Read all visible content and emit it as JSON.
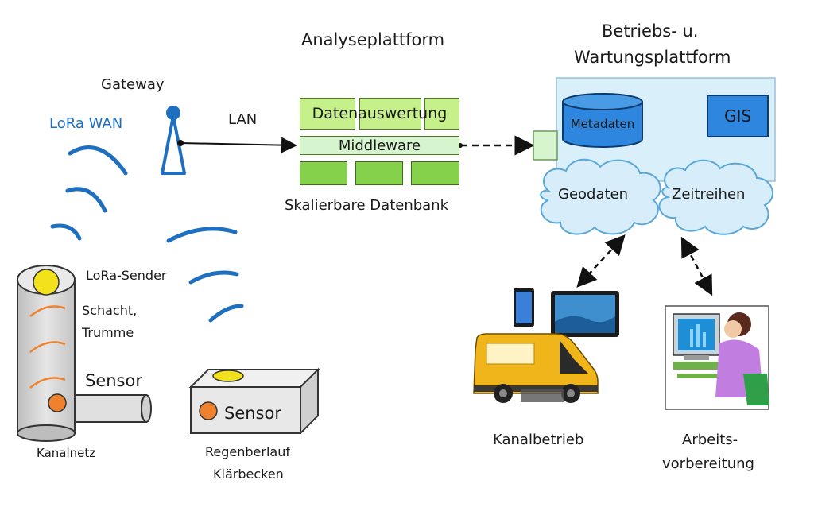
{
  "titles": {
    "analyse": "Analyseplattform",
    "betrieb_line1": "Betriebs- u.",
    "betrieb_line2": "Wartungsplattform"
  },
  "network": {
    "gateway": "Gateway",
    "lora_wan": "LoRa WAN",
    "lan": "LAN"
  },
  "analyse": {
    "datenauswertung": "Datenauswertung",
    "middleware": "Middleware",
    "datenbank": "Skalierbare Datenbank"
  },
  "betrieb": {
    "metadaten": "Metadaten",
    "gis": "GIS",
    "geodaten": "Geodaten",
    "zeitreihen": "Zeitreihen"
  },
  "field": {
    "lora_sender": "LoRa-Sender",
    "schacht_line1": "Schacht,",
    "schacht_line2": "Trumme",
    "sensor": "Sensor",
    "sensor_box": "Sensor",
    "kanalnetz": "Kanalnetz",
    "regen_line1": "Regenberlauf",
    "regen_line2": "Klärbecken"
  },
  "users": {
    "kanalbetrieb": "Kanalbetrieb",
    "arbeits_line1": "Arbeits-",
    "arbeits_line2": "vorbereitung"
  },
  "colors": {
    "wave_blue": "#1f6fc0",
    "orange": "#f0822d",
    "yellow": "#f3e11b",
    "green_light": "#c6f08a",
    "green_dark": "#86d14c",
    "mint": "#d6f5cf",
    "platform_bg": "#d9f0fb",
    "db_blue": "#2e86de",
    "cloud_fill": "#d7edf9"
  }
}
